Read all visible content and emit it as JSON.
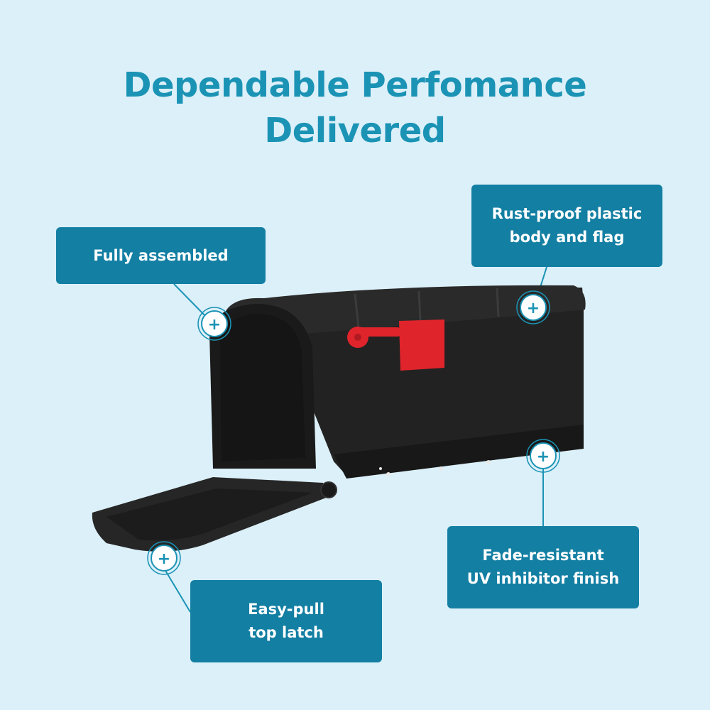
{
  "headline": {
    "line1": "Dependable Perfomance",
    "line2": "Delivered"
  },
  "callouts": {
    "fully_assembled": {
      "line1": "Fully assembled"
    },
    "rust_proof": {
      "line1": "Rust-proof plastic",
      "line2": "body and flag"
    },
    "fade_resistant": {
      "line1": "Fade-resistant",
      "line2": "UV inhibitor finish"
    },
    "easy_pull": {
      "line1": "Easy-pull",
      "line2": "top latch"
    }
  },
  "hotspot_symbol": "+",
  "colors": {
    "background": "#dcf0f9",
    "accent": "#1b93b5",
    "callout_fill": "#137fa3",
    "mailbox_body": "#1f1f1f",
    "flag": "#e0242b"
  },
  "icons": [
    "plus-icon"
  ]
}
